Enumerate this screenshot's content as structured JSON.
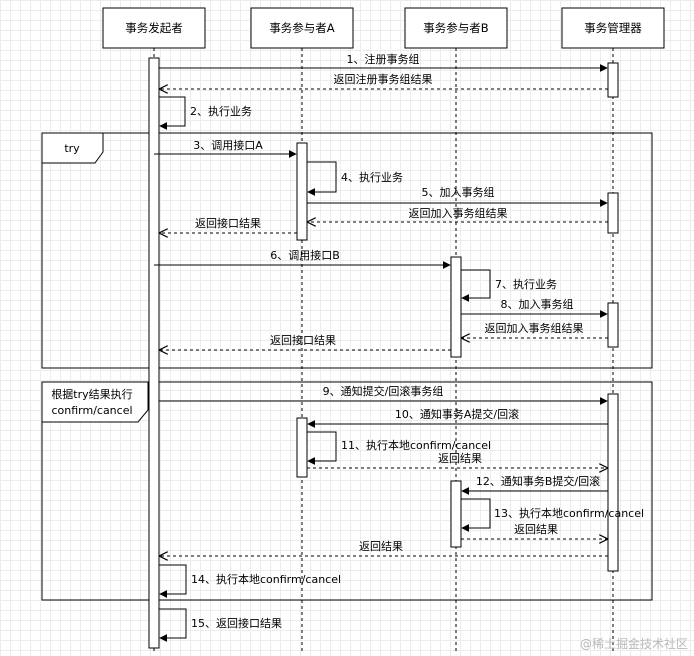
{
  "participants": [
    {
      "id": "initiator",
      "label": "事务发起者"
    },
    {
      "id": "participantA",
      "label": "事务参与者A"
    },
    {
      "id": "participantB",
      "label": "事务参与者B"
    },
    {
      "id": "manager",
      "label": "事务管理器"
    }
  ],
  "frames": [
    {
      "id": "try",
      "label_lines": [
        "try"
      ]
    },
    {
      "id": "confirm-cancel",
      "label_lines": [
        "根据try结果执行",
        "confirm/cancel"
      ]
    }
  ],
  "messages": [
    {
      "id": "m1",
      "label": "1、注册事务组"
    },
    {
      "id": "r1",
      "label": "返回注册事务组结果"
    },
    {
      "id": "m2",
      "label": "2、执行业务"
    },
    {
      "id": "m3",
      "label": "3、调用接口A"
    },
    {
      "id": "m4",
      "label": "4、执行业务"
    },
    {
      "id": "m5",
      "label": "5、加入事务组"
    },
    {
      "id": "r5",
      "label": "返回加入事务组结果"
    },
    {
      "id": "r3",
      "label": "返回接口结果"
    },
    {
      "id": "m6",
      "label": "6、调用接口B"
    },
    {
      "id": "m7",
      "label": "7、执行业务"
    },
    {
      "id": "m8",
      "label": "8、加入事务组"
    },
    {
      "id": "r8",
      "label": "返回加入事务组结果"
    },
    {
      "id": "r6",
      "label": "返回接口结果"
    },
    {
      "id": "m9",
      "label": "9、通知提交/回滚事务组"
    },
    {
      "id": "m10",
      "label": "10、通知事务A提交/回滚"
    },
    {
      "id": "m11",
      "label": "11、执行本地confirm/cancel"
    },
    {
      "id": "r10",
      "label": "返回结果"
    },
    {
      "id": "m12",
      "label": "12、通知事务B提交/回滚"
    },
    {
      "id": "m13",
      "label": "13、执行本地confirm/cancel"
    },
    {
      "id": "r12",
      "label": "返回结果"
    },
    {
      "id": "r9",
      "label": "返回结果"
    },
    {
      "id": "m14",
      "label": "14、执行本地confirm/cancel"
    },
    {
      "id": "m15",
      "label": "15、返回接口结果"
    }
  ],
  "watermark": "@稀土掘金技术社区",
  "colors": {
    "line": "#000000",
    "grid": "#ececec",
    "watermark": "#b8b8b8"
  }
}
